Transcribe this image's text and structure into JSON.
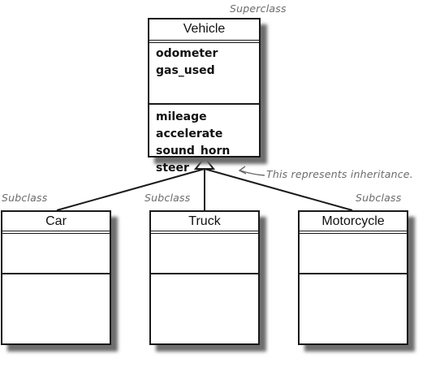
{
  "diagram": {
    "superclass": {
      "stereotype_label": "Superclass",
      "name": "Vehicle",
      "attributes": [
        "odometer",
        "gas_used"
      ],
      "operations": [
        "mileage",
        "accelerate",
        "sound_horn",
        "steer"
      ]
    },
    "subclasses": [
      {
        "stereotype_label": "Subclass",
        "name": "Car"
      },
      {
        "stereotype_label": "Subclass",
        "name": "Truck"
      },
      {
        "stereotype_label": "Subclass",
        "name": "Motorcycle"
      }
    ],
    "annotation": "This represents inheritance."
  }
}
